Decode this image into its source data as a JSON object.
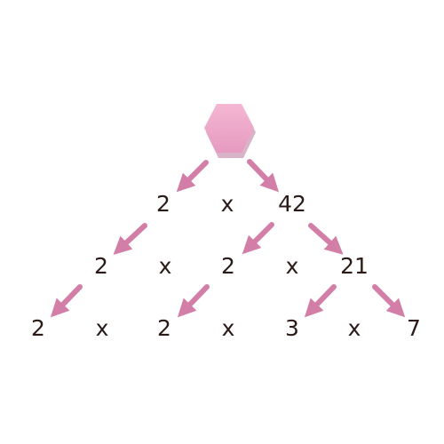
{
  "colors": {
    "accent": "#e7a2c4",
    "accent_dark": "#b9759a",
    "arrow": "#d27ea7",
    "text": "#2a1b17"
  },
  "diagram": {
    "root_shape": "pink-hexagon",
    "row1": {
      "left": "2",
      "op": "x",
      "right": "42"
    },
    "row2": {
      "a": "2",
      "op1": "x",
      "b": "2",
      "op2": "x",
      "c": "21"
    },
    "row3": {
      "a": "2",
      "op1": "x",
      "b": "2",
      "op2": "x",
      "c": "3",
      "op3": "x",
      "d": "7"
    }
  }
}
